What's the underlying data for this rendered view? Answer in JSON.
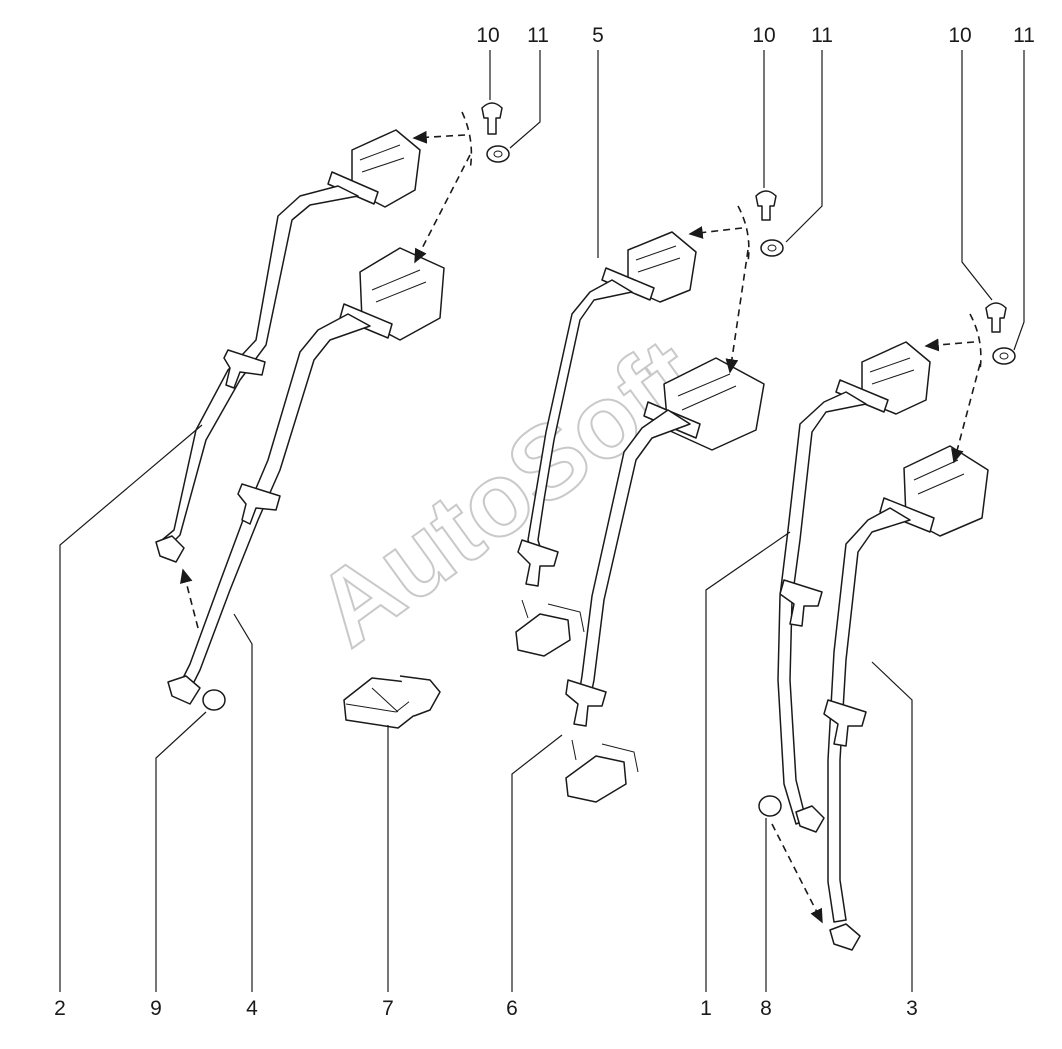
{
  "diagram": {
    "watermark": "AutoSoft",
    "callouts": {
      "c1": "1",
      "c2": "2",
      "c3": "3",
      "c4": "4",
      "c5": "5",
      "c6": "6",
      "c7": "7",
      "c8": "8",
      "c9": "9",
      "c10a": "10",
      "c10b": "10",
      "c10c": "10",
      "c11a": "11",
      "c11b": "11",
      "c11c": "11"
    }
  }
}
